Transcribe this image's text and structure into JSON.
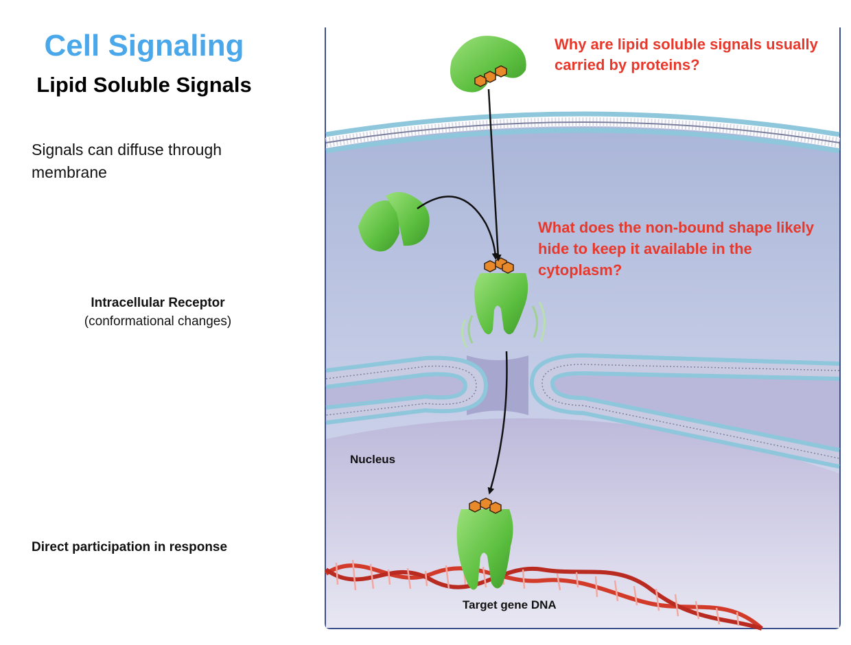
{
  "slide": {
    "title": "Cell Signaling",
    "subtitle": "Lipid Soluble Signals",
    "bullet": "Signals can diffuse through membrane",
    "receptor_title": "Intracellular Receptor",
    "receptor_note": "(conformational changes)",
    "direct_label": "Direct participation in response"
  },
  "diagram": {
    "question_1": "Why are lipid soluble signals usually carried by proteins?",
    "question_2": "What does the non-bound shape likely hide to keep it available in the cytoplasm?",
    "nucleus_label": "Nucleus",
    "dna_label": "Target gene DNA"
  },
  "colors": {
    "title": "#4aa7ea",
    "question": "#e8382b",
    "protein": "#6cc74a",
    "signal": "#e8892a",
    "dna": "#d23a2a"
  }
}
